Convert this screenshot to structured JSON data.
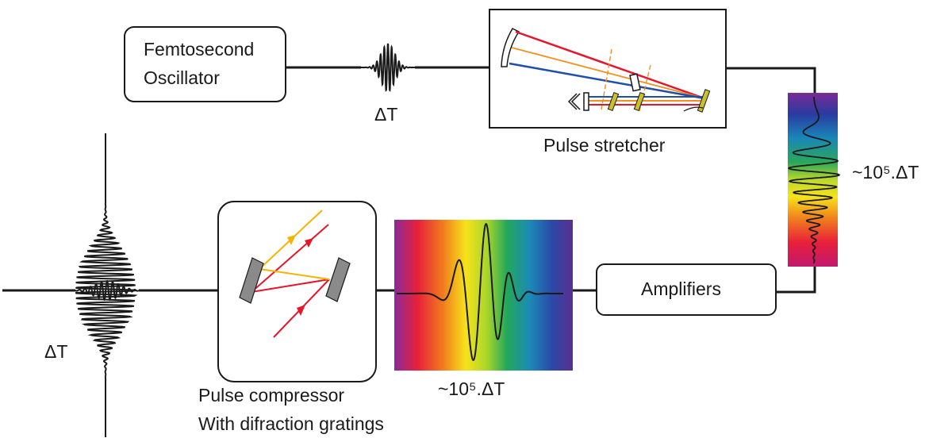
{
  "oscillator": {
    "line1": "Femtosecond",
    "line2": "Oscillator"
  },
  "pulse_short_top": {
    "label": "ΔT"
  },
  "stretcher": {
    "label": "Pulse stretcher"
  },
  "stretched_vertical": {
    "label": "~10⁵.ΔT"
  },
  "amplifiers": {
    "label": "Amplifiers"
  },
  "stretched_horizontal": {
    "label": "~10⁵.ΔT"
  },
  "compressor": {
    "line1": "Pulse compressor",
    "line2": "With difraction gratings"
  },
  "pulse_output": {
    "label": "ΔT"
  },
  "colors": {
    "beam_red": "#e8142a",
    "beam_orange": "#f5901e",
    "beam_yellow": "#f6b400",
    "beam_blue": "#1f4fa8",
    "line": "#1a1a1a",
    "grating_fill": "#8a8a8a",
    "mirror_yellow": "#c9c12a"
  }
}
